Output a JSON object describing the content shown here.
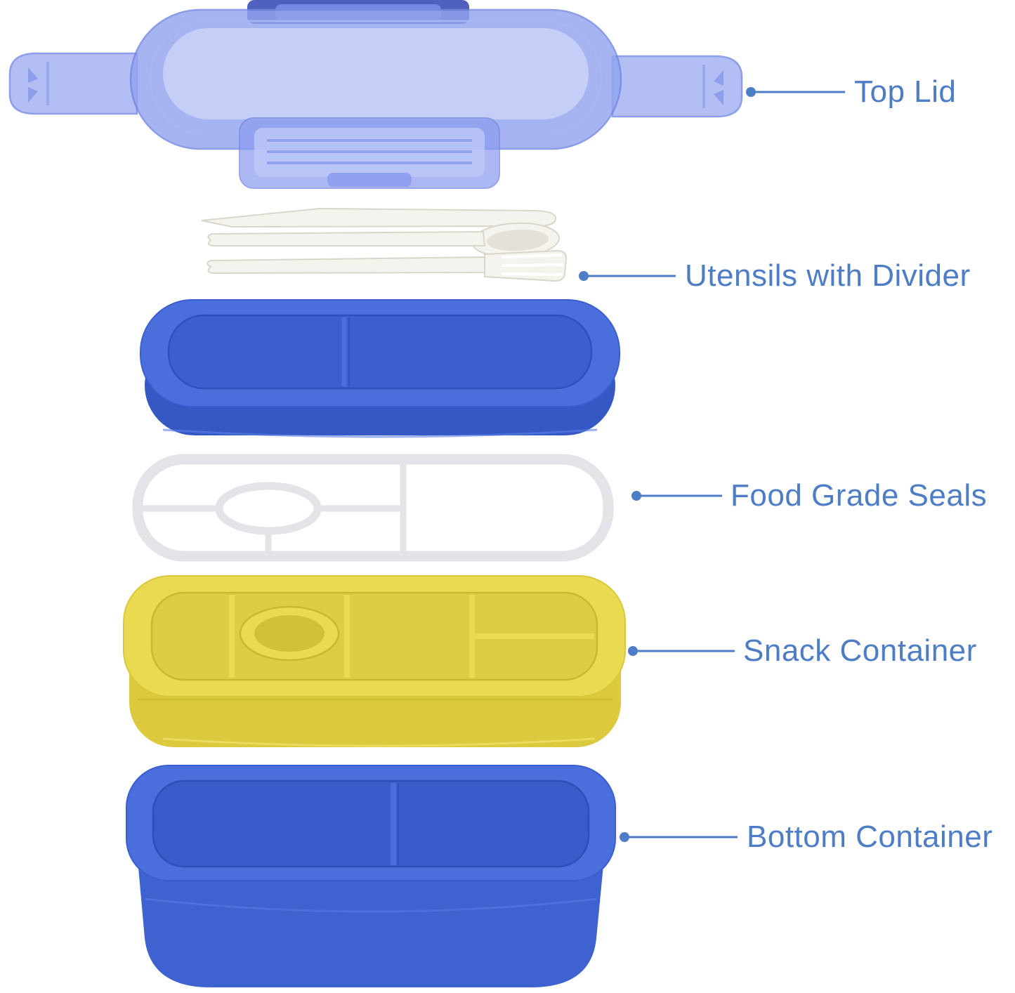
{
  "diagram": {
    "type": "exploded-product-diagram",
    "product": "stackable bento lunch box",
    "labels": {
      "top_lid": "Top Lid",
      "utensils": "Utensils with Divider",
      "seals": "Food Grade Seals",
      "snack": "Snack Container",
      "bottom": "Bottom Container"
    },
    "colors": {
      "background": "#ffffff",
      "label_text": "#4d7dc6",
      "leader_line": "#4d7dc6",
      "lid_body": "#93a4ee",
      "lid_highlight": "#c9d2f8",
      "lid_clip": "#3144b2",
      "utensil": "#f4f3ed",
      "tray_blue": "#4a6fdd",
      "tray_blue_dark": "#3558c4",
      "seal_gray": "#e4e4e8",
      "snack_yellow": "#e9da52",
      "snack_yellow_dark": "#dcc93e",
      "bottom_blue": "#4a6fdd",
      "bottom_blue_dark": "#3e62d0"
    }
  }
}
